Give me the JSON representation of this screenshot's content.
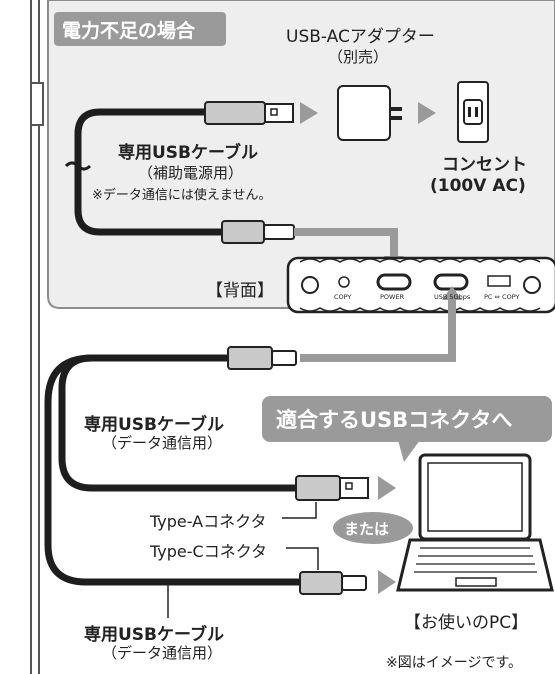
{
  "panel": {
    "title": "電力不足の場合"
  },
  "adapter": {
    "title": "USB-ACアダプター",
    "note": "（別売）"
  },
  "outlet": {
    "title": "コンセント",
    "spec": "(100V AC)"
  },
  "aux_cable": {
    "title": "専用USBケーブル",
    "sub": "（補助電源用）",
    "note": "※データ通信には使えません。"
  },
  "back_label": "【背面】",
  "device_ports": {
    "copy": "COPY",
    "power": "POWER",
    "usb": "USB 5Gbps",
    "switch": "PC ⇔ COPY"
  },
  "callout": {
    "text": "適合するUSBコネクタへ"
  },
  "data_cable_1": {
    "title": "専用USBケーブル",
    "sub": "（データ通信用）"
  },
  "data_cable_2": {
    "title": "専用USBケーブル",
    "sub": "（データ通信用）"
  },
  "type_a_label": "Type-Aコネクタ",
  "type_c_label": "Type-Cコネクタ",
  "or_badge": "または",
  "pc_label": "【お使いのPC】",
  "footnote": "※図はイメージです。",
  "colors": {
    "accent_gray": "#9a9a9a",
    "panel_bg": "#eeeeee",
    "cable": "#1e1e1e",
    "connector": "#c9c9c9"
  }
}
